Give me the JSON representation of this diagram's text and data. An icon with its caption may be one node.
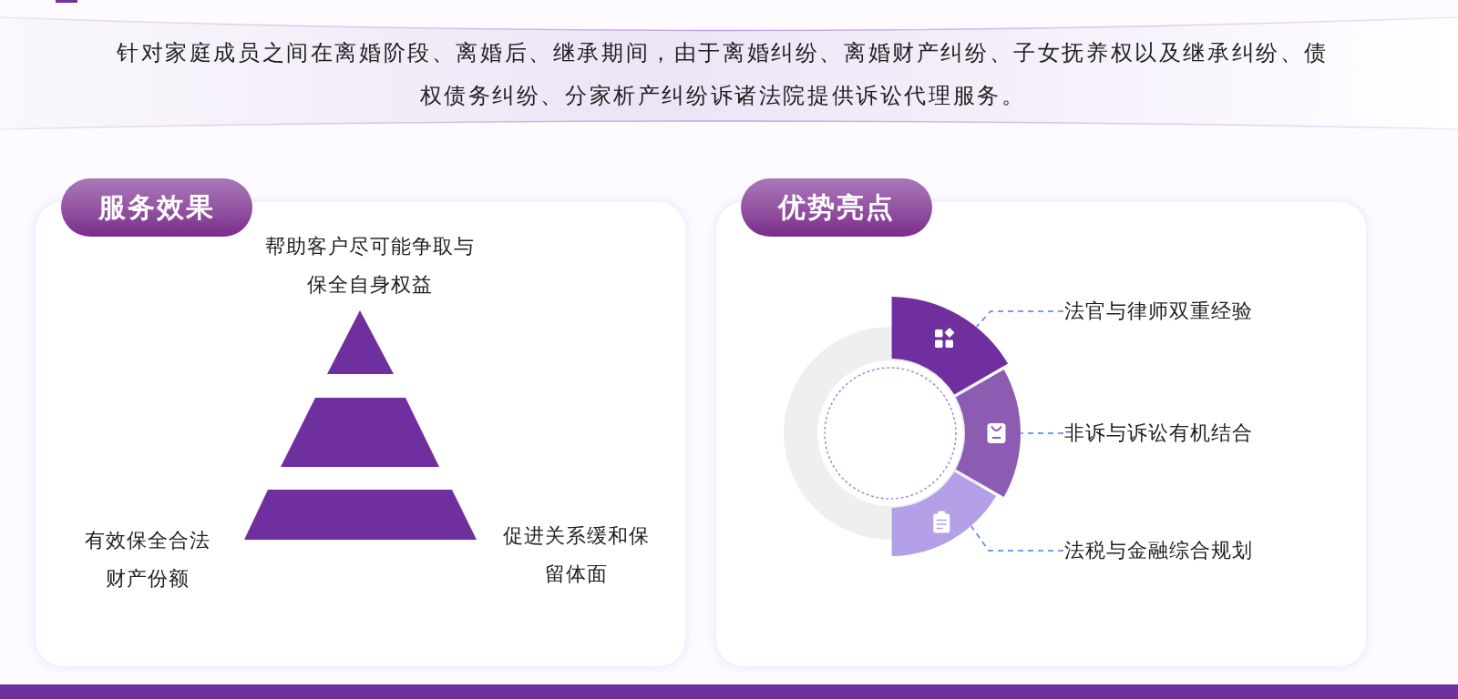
{
  "diagram": {
    "nodes": [
      {
        "text": [
          "针对家庭成员之间在离婚阶段、离婚后、继承期间，由于离婚纠纷、离婚财产纠纷、子女抚养权以及继承纠纷、债权债务纠纷、分家析产纠纷诉诸法院提供诉讼代理服务。"
        ]
      },
      {
        "text": [
          "服务效果"
        ]
      },
      {
        "text": [
          "优势亮点"
        ]
      },
      {
        "text": [],
        "shape": "sector",
        "in": 2
      },
      {
        "text": [],
        "shape": "sector",
        "in": 2
      },
      {
        "text": [],
        "shape": "sector",
        "in": 2
      },
      {
        "text": [
          "法官与律师双重经验"
        ],
        "in": 2
      },
      {
        "text": [
          "非诉与诉讼有机结合"
        ],
        "in": 2
      },
      {
        "text": [
          "法税与金融综合规划"
        ],
        "in": 2
      }
    ],
    "edges": [
      {
        "from": 6,
        "to": 3,
        "arrow": "none",
        "style": "dashed"
      },
      {
        "from": 7,
        "to": 4,
        "arrow": "none",
        "style": "dashed"
      },
      {
        "from": 8,
        "to": 5,
        "arrow": "none",
        "style": "dashed"
      }
    ],
    "labels": [
      "帮助客户尽可能争取与保全自身权益",
      "有效保全合法财产份额",
      "促进关系缓和保留体面"
    ]
  }
}
